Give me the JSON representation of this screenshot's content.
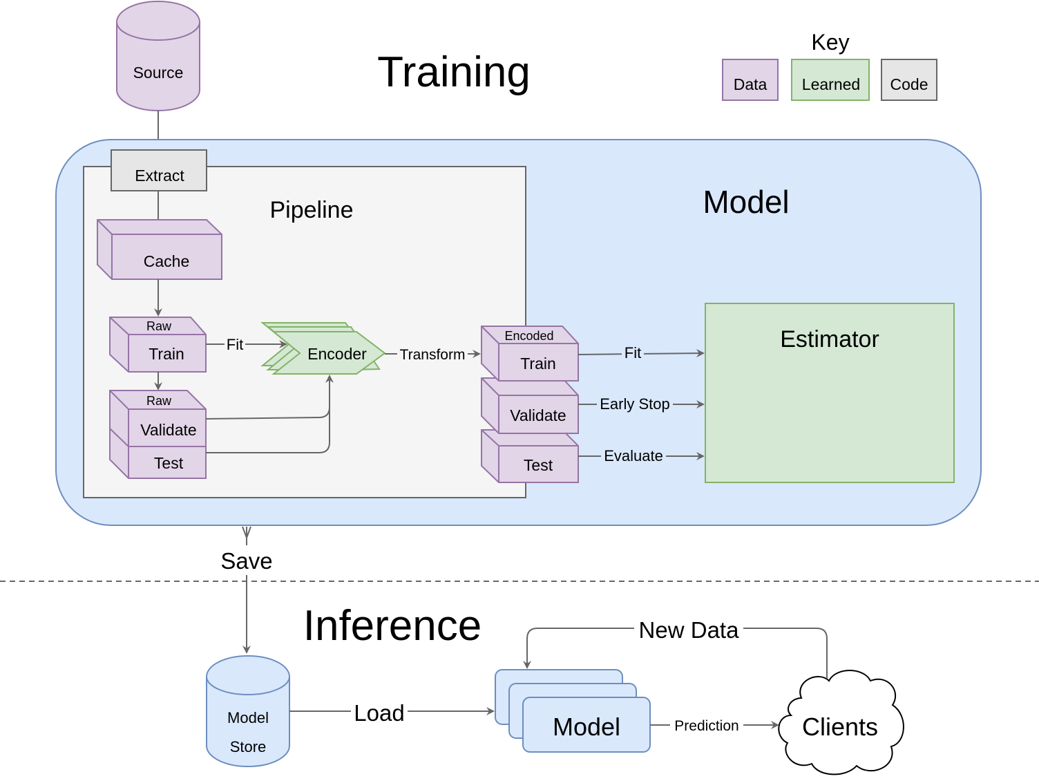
{
  "colors": {
    "data_fill": "#e1d5e7",
    "data_stroke": "#9673a6",
    "learned_fill": "#d5e8d4",
    "learned_stroke": "#82b366",
    "code_fill": "#e6e6e6",
    "code_stroke": "#666666",
    "model_fill": "#dae8fc",
    "model_stroke": "#6c8ebf",
    "pipeline_fill": "#f5f5f5",
    "edge": "#666666"
  },
  "titles": {
    "training": "Training",
    "inference": "Inference"
  },
  "key": {
    "title": "Key",
    "items": [
      "Data",
      "Learned",
      "Code"
    ]
  },
  "training": {
    "source": "Source",
    "extract": "Extract",
    "model_container": "Model",
    "pipeline_container": "Pipeline",
    "cache": "Cache",
    "raw_train": {
      "tag": "Raw",
      "label": "Train"
    },
    "raw_validate": {
      "tag": "Raw",
      "label": "Validate"
    },
    "raw_test": {
      "label": "Test"
    },
    "encoder": "Encoder",
    "encoded_train": {
      "tag": "Encoded",
      "label": "Train"
    },
    "encoded_validate": {
      "label": "Validate"
    },
    "encoded_test": {
      "label": "Test"
    },
    "estimator": "Estimator",
    "edges": {
      "fit_encoder": "Fit",
      "transform": "Transform",
      "fit_estimator": "Fit",
      "early_stop": "Early Stop",
      "evaluate": "Evaluate",
      "save": "Save"
    }
  },
  "inference": {
    "model_store": [
      "Model",
      "Store"
    ],
    "model": "Model",
    "clients": "Clients",
    "edges": {
      "load": "Load",
      "prediction": "Prediction",
      "new_data": "New Data"
    }
  }
}
